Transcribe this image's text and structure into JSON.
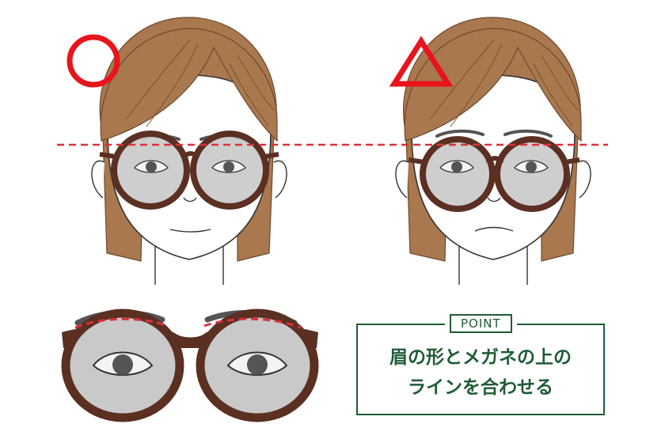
{
  "marks": {
    "good": "○",
    "fair": "△"
  },
  "point": {
    "tag": "POINT",
    "line1": "眉の形とメガネの上の",
    "line2": "ラインを合わせる"
  },
  "colors": {
    "mark_red": "#e8141c",
    "guide_red": "#d9333b",
    "frame_brown": "#5b2f22",
    "hair_brown": "#a9784e",
    "lens_gray": "#c9c9c9",
    "accent_green": "#1f5c36"
  }
}
